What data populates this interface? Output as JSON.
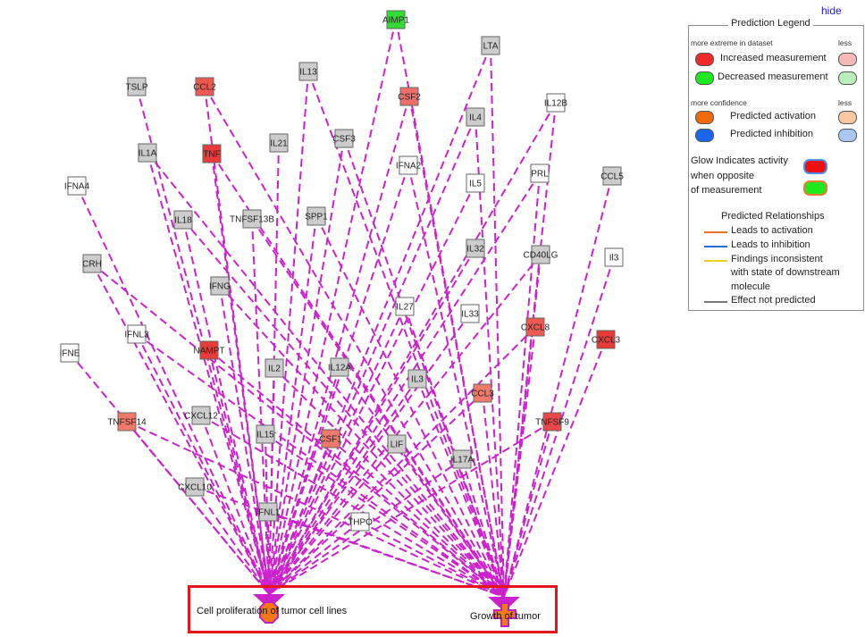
{
  "ui": {
    "hide_label": "hide"
  },
  "legend": {
    "title": "Prediction Legend",
    "extreme_label": "more extreme in dataset",
    "less_label": "less",
    "increased": "Increased measurement",
    "decreased": "Decreased measurement",
    "confidence_label": "more confidence",
    "less_label2": "less",
    "activation": "Predicted activation",
    "inhibition": "Predicted inhibition",
    "glow_line1": "Glow Indicates activity",
    "glow_line2": "when opposite",
    "glow_line3": "of measurement",
    "relationships_title": "Predicted Relationships",
    "rel_activation": "Leads to activation",
    "rel_inhibition": "Leads to inhibition",
    "rel_inconsistent_1": "Findings inconsistent",
    "rel_inconsistent_2": "with state of downstream",
    "rel_inconsistent_3": "molecule",
    "rel_not_predicted": "Effect not predicted",
    "colors": {
      "increased": "#ee2a2a",
      "increased_light": "#f7b8b8",
      "decreased": "#1ee81e",
      "decreased_light": "#b8f0b8",
      "activation": "#ee6a0a",
      "activation_light": "#f9c8a0",
      "inhibition": "#1a66ee",
      "inhibition_light": "#a8c8f2",
      "rel_activation": "#f07020",
      "rel_inhibition": "#1f6fe0",
      "rel_inconsistent": "#e8d020",
      "rel_not_predicted": "#777777"
    }
  },
  "targets": [
    {
      "id": "cell_prolif",
      "label": "Cell proliferation of tumor cell lines"
    },
    {
      "id": "growth",
      "label": "Growth of tumor"
    }
  ],
  "nodes": [
    {
      "label": "AIMP1",
      "fill": "#33dd33"
    },
    {
      "label": "LTA",
      "fill": "#cccccc"
    },
    {
      "label": "TSLP",
      "fill": "#cccccc"
    },
    {
      "label": "CCL2",
      "fill": "#ee5a52"
    },
    {
      "label": "IL13",
      "fill": "#cccccc"
    },
    {
      "label": "CSF2",
      "fill": "#ee6e6a"
    },
    {
      "label": "IL12B",
      "fill": "#ffffff"
    },
    {
      "label": "IL4",
      "fill": "#cccccc"
    },
    {
      "label": "IL1A",
      "fill": "#cccccc"
    },
    {
      "label": "TNF",
      "fill": "#e83a38"
    },
    {
      "label": "IL21",
      "fill": "#cccccc"
    },
    {
      "label": "CSF3",
      "fill": "#cccccc"
    },
    {
      "label": "IFNA2",
      "fill": "#ffffff"
    },
    {
      "label": "PRL",
      "fill": "#ffffff"
    },
    {
      "label": "CCL5",
      "fill": "#cccccc"
    },
    {
      "label": "IFNA4",
      "fill": "#ffffff"
    },
    {
      "label": "IL5",
      "fill": "#ffffff"
    },
    {
      "label": "IL18",
      "fill": "#cccccc"
    },
    {
      "label": "TNFSF13B",
      "fill": "#cccccc"
    },
    {
      "label": "SPP1",
      "fill": "#cccccc"
    },
    {
      "label": "IL32",
      "fill": "#cccccc"
    },
    {
      "label": "CRH",
      "fill": "#cccccc"
    },
    {
      "label": "CD40LG",
      "fill": "#cccccc"
    },
    {
      "label": "Il3",
      "fill": "#ffffff"
    },
    {
      "label": "IFNG",
      "fill": "#cccccc"
    },
    {
      "label": "IL27",
      "fill": "#ffffff"
    },
    {
      "label": "IL33",
      "fill": "#ffffff"
    },
    {
      "label": "IFNL3",
      "fill": "#ffffff"
    },
    {
      "label": "CXCL8",
      "fill": "#ee5a52"
    },
    {
      "label": "CXCL3",
      "fill": "#e83a38"
    },
    {
      "label": "IFNE",
      "fill": "#ffffff"
    },
    {
      "label": "NAMPT",
      "fill": "#e83a38"
    },
    {
      "label": "IL2",
      "fill": "#cccccc"
    },
    {
      "label": "IL12A",
      "fill": "#cccccc"
    },
    {
      "label": "IL3",
      "fill": "#cccccc"
    },
    {
      "label": "CCL3",
      "fill": "#f07a6a"
    },
    {
      "label": "TNFSF14",
      "fill": "#f07a6a"
    },
    {
      "label": "CXCL12",
      "fill": "#cccccc"
    },
    {
      "label": "TNFSF9",
      "fill": "#e84848"
    },
    {
      "label": "IL15",
      "fill": "#cccccc"
    },
    {
      "label": "CSF1",
      "fill": "#f07a6a"
    },
    {
      "label": "LIF",
      "fill": "#cccccc"
    },
    {
      "label": "IL17A",
      "fill": "#cccccc"
    },
    {
      "label": "CXCL10",
      "fill": "#cccccc"
    },
    {
      "label": "IFNL1",
      "fill": "#cccccc"
    },
    {
      "label": "THPO",
      "fill": "#ffffff"
    }
  ],
  "edges": [
    {
      "from": "AIMP1",
      "to": "growth"
    },
    {
      "from": "AIMP1",
      "to": "cell_prolif"
    },
    {
      "from": "LTA",
      "to": "growth"
    },
    {
      "from": "LTA",
      "to": "cell_prolif"
    },
    {
      "from": "TSLP",
      "to": "cell_prolif"
    },
    {
      "from": "CCL2",
      "to": "growth"
    },
    {
      "from": "CCL2",
      "to": "cell_prolif"
    },
    {
      "from": "IL13",
      "to": "growth"
    },
    {
      "from": "IL13",
      "to": "cell_prolif"
    },
    {
      "from": "CSF2",
      "to": "growth"
    },
    {
      "from": "CSF2",
      "to": "cell_prolif"
    },
    {
      "from": "IL12B",
      "to": "growth"
    },
    {
      "from": "IL12B",
      "to": "cell_prolif"
    },
    {
      "from": "IL4",
      "to": "growth"
    },
    {
      "from": "IL4",
      "to": "cell_prolif"
    },
    {
      "from": "IL1A",
      "to": "growth"
    },
    {
      "from": "IL1A",
      "to": "cell_prolif"
    },
    {
      "from": "TNF",
      "to": "growth"
    },
    {
      "from": "TNF",
      "to": "cell_prolif"
    },
    {
      "from": "IL21",
      "to": "cell_prolif"
    },
    {
      "from": "CSF3",
      "to": "growth"
    },
    {
      "from": "CSF3",
      "to": "cell_prolif"
    },
    {
      "from": "IFNA2",
      "to": "growth"
    },
    {
      "from": "IFNA2",
      "to": "cell_prolif"
    },
    {
      "from": "PRL",
      "to": "growth"
    },
    {
      "from": "PRL",
      "to": "cell_prolif"
    },
    {
      "from": "CCL5",
      "to": "growth"
    },
    {
      "from": "IFNA4",
      "to": "cell_prolif"
    },
    {
      "from": "IL5",
      "to": "cell_prolif"
    },
    {
      "from": "IL18",
      "to": "growth"
    },
    {
      "from": "IL18",
      "to": "cell_prolif"
    },
    {
      "from": "TNFSF13B",
      "to": "growth"
    },
    {
      "from": "TNFSF13B",
      "to": "cell_prolif"
    },
    {
      "from": "SPP1",
      "to": "growth"
    },
    {
      "from": "SPP1",
      "to": "cell_prolif"
    },
    {
      "from": "IL32",
      "to": "cell_prolif"
    },
    {
      "from": "CRH",
      "to": "growth"
    },
    {
      "from": "CRH",
      "to": "cell_prolif"
    },
    {
      "from": "CD40LG",
      "to": "growth"
    },
    {
      "from": "CD40LG",
      "to": "cell_prolif"
    },
    {
      "from": "Il3",
      "to": "growth"
    },
    {
      "from": "IFNG",
      "to": "growth"
    },
    {
      "from": "IFNG",
      "to": "cell_prolif"
    },
    {
      "from": "IL27",
      "to": "growth"
    },
    {
      "from": "IL27",
      "to": "cell_prolif"
    },
    {
      "from": "IL33",
      "to": "cell_prolif"
    },
    {
      "from": "IFNL3",
      "to": "growth"
    },
    {
      "from": "IFNL3",
      "to": "cell_prolif"
    },
    {
      "from": "CXCL8",
      "to": "growth"
    },
    {
      "from": "CXCL8",
      "to": "cell_prolif"
    },
    {
      "from": "CXCL3",
      "to": "growth"
    },
    {
      "from": "IFNE",
      "to": "cell_prolif"
    },
    {
      "from": "NAMPT",
      "to": "growth"
    },
    {
      "from": "NAMPT",
      "to": "cell_prolif"
    },
    {
      "from": "IL2",
      "to": "growth"
    },
    {
      "from": "IL2",
      "to": "cell_prolif"
    },
    {
      "from": "IL12A",
      "to": "growth"
    },
    {
      "from": "IL12A",
      "to": "cell_prolif"
    },
    {
      "from": "IL3",
      "to": "growth"
    },
    {
      "from": "IL3",
      "to": "cell_prolif"
    },
    {
      "from": "CCL3",
      "to": "growth"
    },
    {
      "from": "CCL3",
      "to": "cell_prolif"
    },
    {
      "from": "TNFSF14",
      "to": "growth"
    },
    {
      "from": "TNFSF14",
      "to": "cell_prolif"
    },
    {
      "from": "CXCL12",
      "to": "growth"
    },
    {
      "from": "CXCL12",
      "to": "cell_prolif"
    },
    {
      "from": "TNFSF9",
      "to": "growth"
    },
    {
      "from": "TNFSF9",
      "to": "cell_prolif"
    },
    {
      "from": "IL15",
      "to": "growth"
    },
    {
      "from": "IL15",
      "to": "cell_prolif"
    },
    {
      "from": "CSF1",
      "to": "growth"
    },
    {
      "from": "CSF1",
      "to": "cell_prolif"
    },
    {
      "from": "LIF",
      "to": "growth"
    },
    {
      "from": "LIF",
      "to": "cell_prolif"
    },
    {
      "from": "IL17A",
      "to": "growth"
    },
    {
      "from": "IL17A",
      "to": "cell_prolif"
    },
    {
      "from": "CXCL10",
      "to": "growth"
    },
    {
      "from": "CXCL10",
      "to": "cell_prolif"
    },
    {
      "from": "IFNL1",
      "to": "growth"
    },
    {
      "from": "IFNL1",
      "to": "cell_prolif"
    },
    {
      "from": "THPO",
      "to": "growth"
    },
    {
      "from": "THPO",
      "to": "cell_prolif"
    }
  ]
}
